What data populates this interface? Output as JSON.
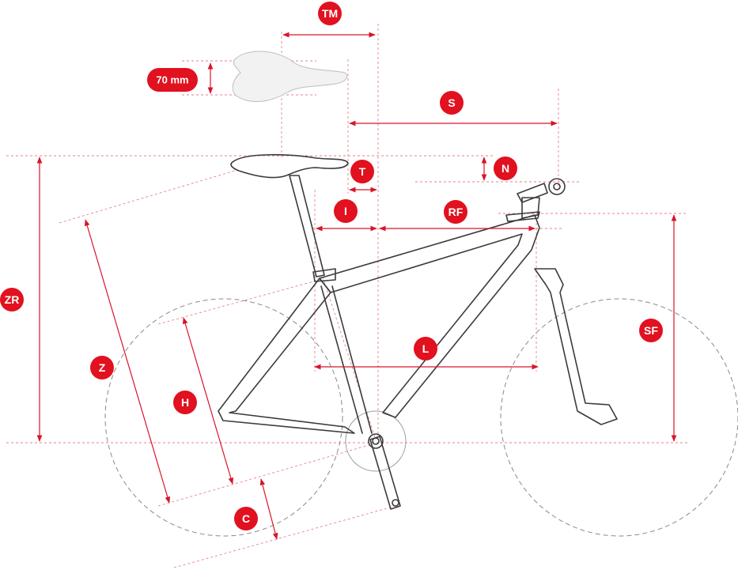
{
  "labels": {
    "tm": "TM",
    "saddle_offset": "70 mm",
    "s": "S",
    "n": "N",
    "t": "T",
    "i": "I",
    "rf": "RF",
    "zr": "ZR",
    "sf": "SF",
    "z": "Z",
    "l": "L",
    "h": "H",
    "c": "C"
  },
  "colors": {
    "accent": "#e1111f",
    "frame": "#3b3b3b",
    "wheel": "#8a8a8a"
  }
}
